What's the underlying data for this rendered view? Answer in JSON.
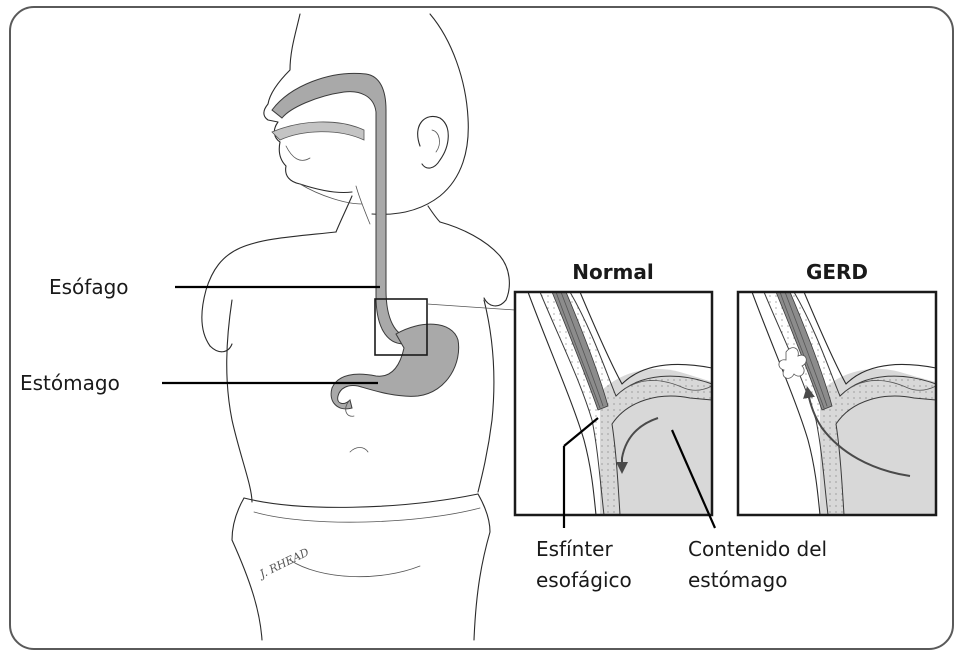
{
  "labels": {
    "esophagus": "Esófago",
    "stomach": "Estómago",
    "sphincter_line1": "Esfínter",
    "sphincter_line2": "esofágico",
    "contents_line1": "Contenido del",
    "contents_line2": "estómago"
  },
  "panels": {
    "normal_title": "Normal",
    "gerd_title": "GERD"
  },
  "signature": "J. RHEAD",
  "colors": {
    "frame": "#5a5a5a",
    "organ_fill": "#a9a9a9",
    "stomach_interior": "#d8d8d8",
    "muscle": "#8c8c8c",
    "ink": "#2b2b2b"
  }
}
